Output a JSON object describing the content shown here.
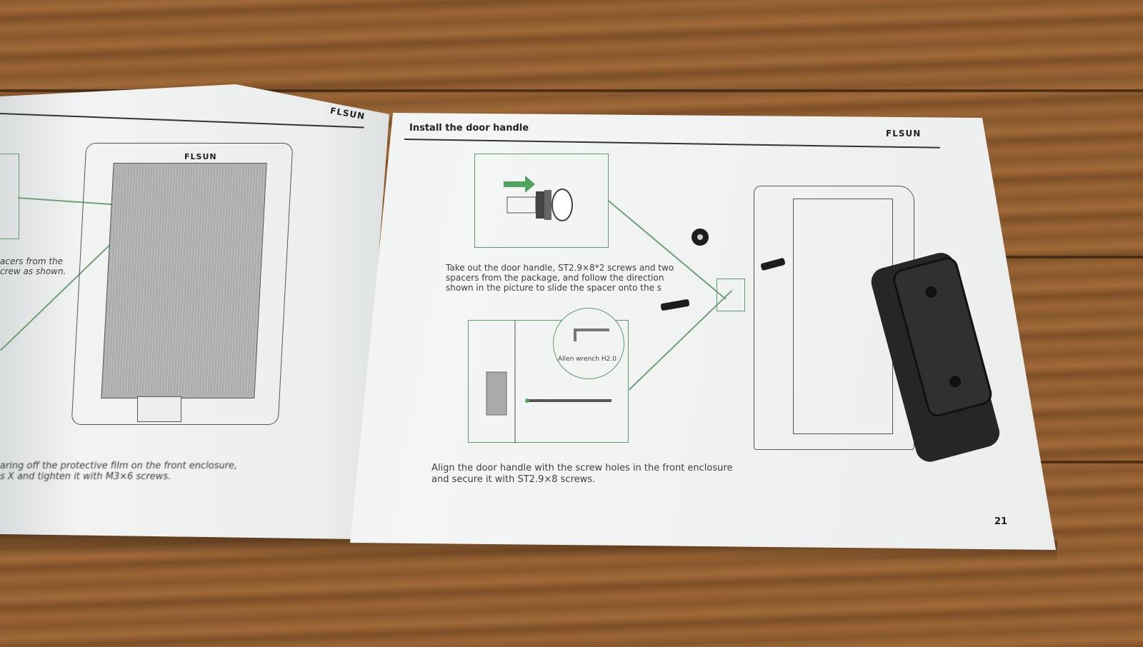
{
  "left_page": {
    "logo": "FLSUN",
    "device_logo": "FLSUN",
    "text_upper": [
      "acers from the",
      "crew as shown."
    ],
    "text_lower": [
      "aring off the protective film on the front enclosure,",
      "s X and tighten it with M3×6 screws."
    ]
  },
  "right_page": {
    "title": "Install the door handle",
    "logo": "FLSUN",
    "step1_text": [
      "Take out the door handle, ST2.9×8*2 screws and two",
      "spacers from the package, and follow the direction",
      "shown in the picture to slide the spacer onto the s"
    ],
    "wrench_label": "Allen wrench H2.0",
    "step2_text": [
      "Align the door handle with the screw holes in the front enclosure",
      "and secure it with ST2.9×8 screws."
    ],
    "page_number": "21"
  },
  "colors": {
    "accent_green": "#5f9a6a",
    "wood": "#8a5a2e",
    "paper": "#eef0f0"
  }
}
